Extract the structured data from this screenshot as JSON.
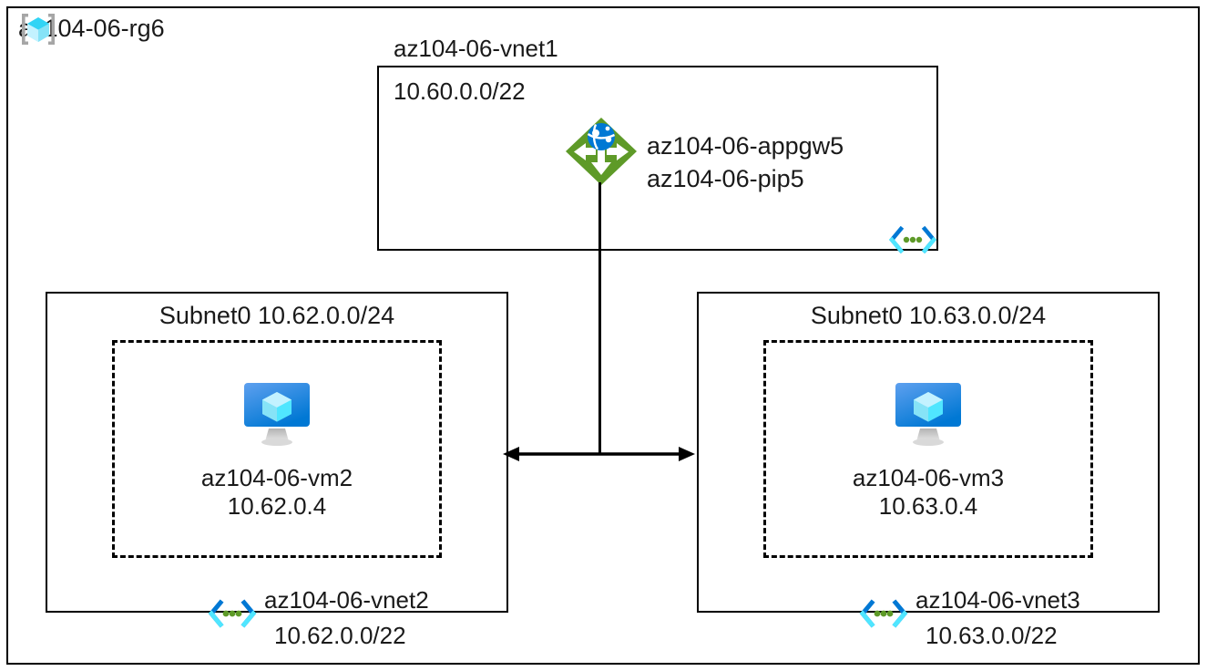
{
  "resource_group": {
    "name": "az104-06-rg6",
    "icon": "resource-group-cube-icon"
  },
  "vnet1": {
    "title": "az104-06-vnet1",
    "cidr": "10.60.0.0/22",
    "vnet_icon": "virtual-network-icon",
    "gateway": {
      "icon": "application-gateway-icon",
      "line1": "az104-06-appgw5",
      "line2": "az104-06-pip5"
    }
  },
  "vnet2": {
    "subnet_title": "Subnet0 10.62.0.0/24",
    "vnet_name": "az104-06-vnet2",
    "vnet_cidr": "10.62.0.0/22",
    "vnet_icon": "virtual-network-icon",
    "vm": {
      "icon": "virtual-machine-icon",
      "name": "az104-06-vm2",
      "ip": "10.62.0.4"
    }
  },
  "vnet3": {
    "subnet_title": "Subnet0 10.63.0.0/24",
    "vnet_name": "az104-06-vnet3",
    "vnet_cidr": "10.63.0.0/22",
    "vnet_icon": "virtual-network-icon",
    "vm": {
      "icon": "virtual-machine-icon",
      "name": "az104-06-vm3",
      "ip": "10.63.0.4"
    }
  },
  "connectors": {
    "gateway_to_peering": "vertical-line",
    "peering_arrow": "double-headed-arrow"
  },
  "colors": {
    "line": "#000000",
    "azure_blue": "#0078D4",
    "azure_cyan": "#50E6FF",
    "gateway_green": "#5E9A28",
    "icon_gray": "#A6A6A6",
    "text": "#1A1A1A"
  }
}
